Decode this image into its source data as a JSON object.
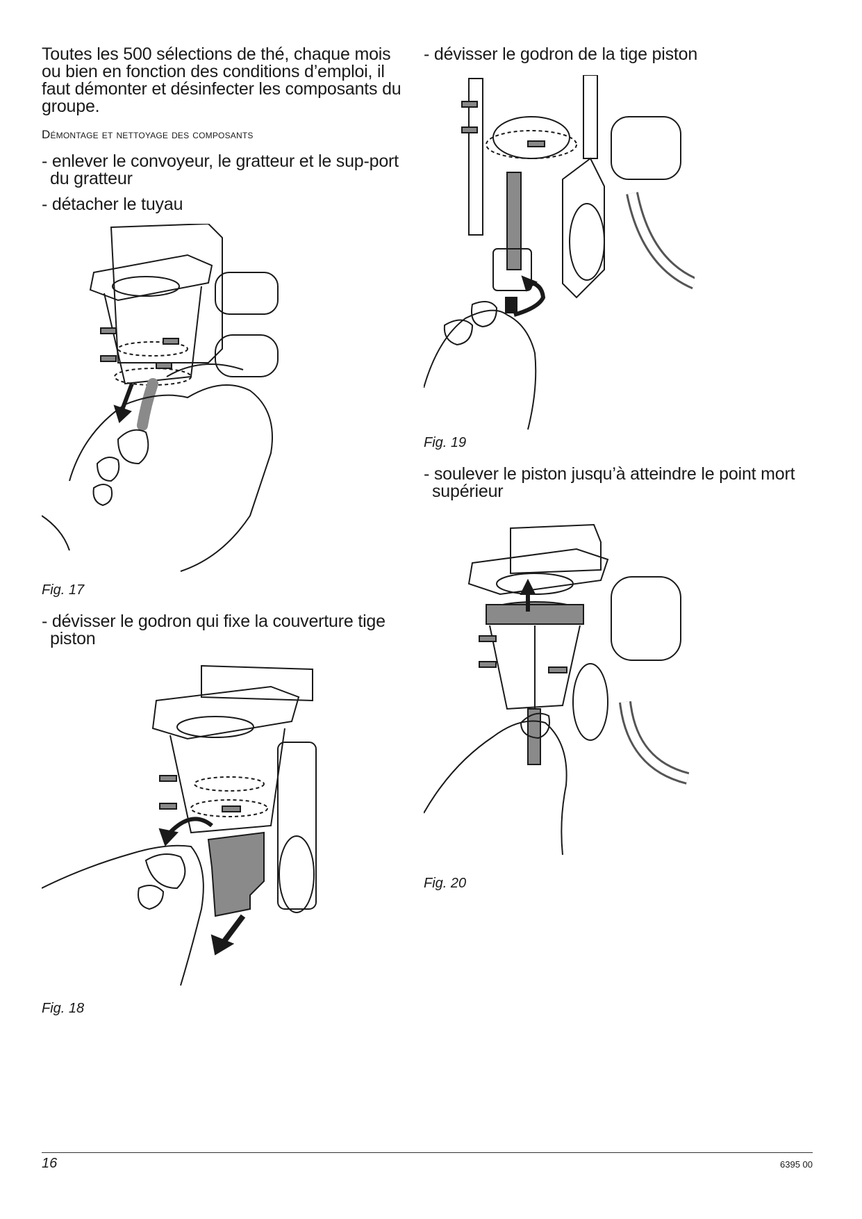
{
  "intro": "Toutes les 500 sélections de thé, chaque mois ou bien en fonction des conditions d’emploi, il faut démonter et désinfecter les composants du groupe.",
  "section_heading": "Démontage et nettoyage des composants",
  "steps": {
    "s1": "- enlever le convoyeur, le gratteur et le sup-port du gratteur",
    "s2": "- détacher le tuyau",
    "s3": "- dévisser le godron qui fixe la couverture tige piston",
    "s4": "- dévisser le godron de la tige piston",
    "s5": "- soulever le piston jusqu’à atteindre le point mort supérieur"
  },
  "figures": {
    "fig17": "Fig. 17",
    "fig18": "Fig. 18",
    "fig19": "Fig. 19",
    "fig20": "Fig. 20"
  },
  "footer": {
    "page_number": "16",
    "doc_code": "6395 00"
  },
  "colors": {
    "ink": "#1a1a1a",
    "part_gray": "#8a8a8a"
  }
}
